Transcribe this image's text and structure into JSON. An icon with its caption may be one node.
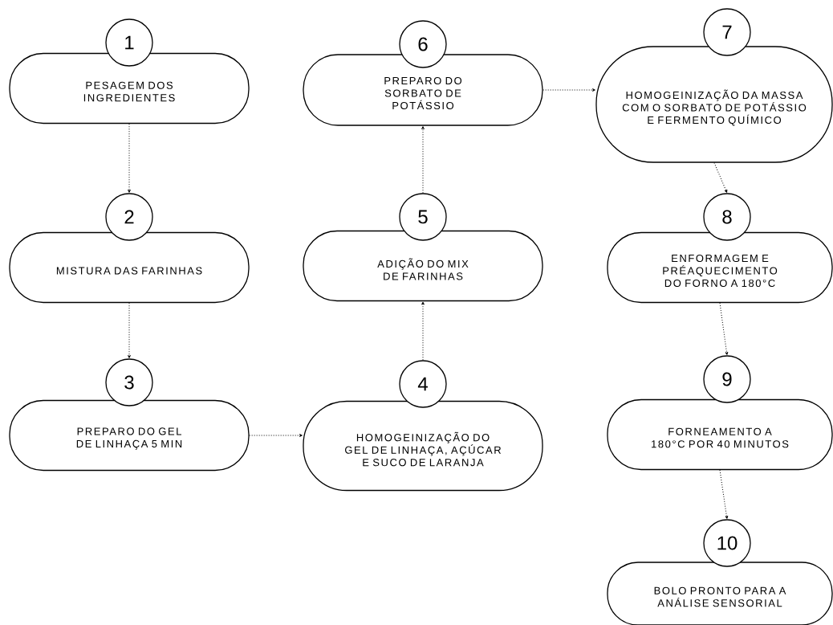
{
  "diagram": {
    "nodes": [
      {
        "text": [
          "1"
        ]
      },
      {
        "text": [
          "PESAGEM DOS INGREDIENTES"
        ]
      },
      {
        "text": [
          "2"
        ]
      },
      {
        "text": [
          "MISTURA DAS FARINHAS"
        ]
      },
      {
        "text": [
          "3"
        ]
      },
      {
        "text": [
          "PREPARO DO GEL DE LINHAÇA 5 MIN"
        ]
      },
      {
        "text": [
          "4"
        ]
      },
      {
        "text": [
          "HOMOGEINIZAÇÃO DO GEL DE LINHAÇA, AÇÚCAR E SUCO DE LARANJA"
        ]
      },
      {
        "text": [
          "5"
        ]
      },
      {
        "text": [
          "ADIÇÃO DO MIX DE FARINHAS"
        ]
      },
      {
        "text": [
          "6"
        ]
      },
      {
        "text": [
          "PREPARO DO SORBATO DE POTÁSSIO"
        ]
      },
      {
        "text": [
          "7"
        ]
      },
      {
        "text": [
          "HOMOGEINIZAÇÃO DA MASSA COM O SORBATO DE POTÁSSIO E FERMENTO QUÍMICO"
        ]
      },
      {
        "text": [
          "8"
        ]
      },
      {
        "text": [
          "ENFORMAGEM E PRÉAQUECIMENTO DO FORNO A 180°C"
        ]
      },
      {
        "text": [
          "9"
        ]
      },
      {
        "text": [
          "FORNEAMENTO A 180°C POR 40 MINUTOS"
        ]
      },
      {
        "text": [
          "10"
        ]
      },
      {
        "text": [
          "BOLO PRONTO PARA A ANÁLISE SENSORIAL"
        ]
      }
    ],
    "edges": [
      {
        "from": 1,
        "to": 2,
        "arrow": "to"
      },
      {
        "from": 3,
        "to": 4,
        "arrow": "to"
      },
      {
        "from": 5,
        "to": 7,
        "arrow": "to"
      },
      {
        "from": 6,
        "to": 9,
        "arrow": "to"
      },
      {
        "from": 8,
        "to": 11,
        "arrow": "to"
      },
      {
        "from": 11,
        "to": 13,
        "arrow": "to"
      },
      {
        "from": 13,
        "to": 14,
        "arrow": "to"
      },
      {
        "from": 15,
        "to": 16,
        "arrow": "to"
      },
      {
        "from": 17,
        "to": 18,
        "arrow": "to"
      }
    ]
  }
}
